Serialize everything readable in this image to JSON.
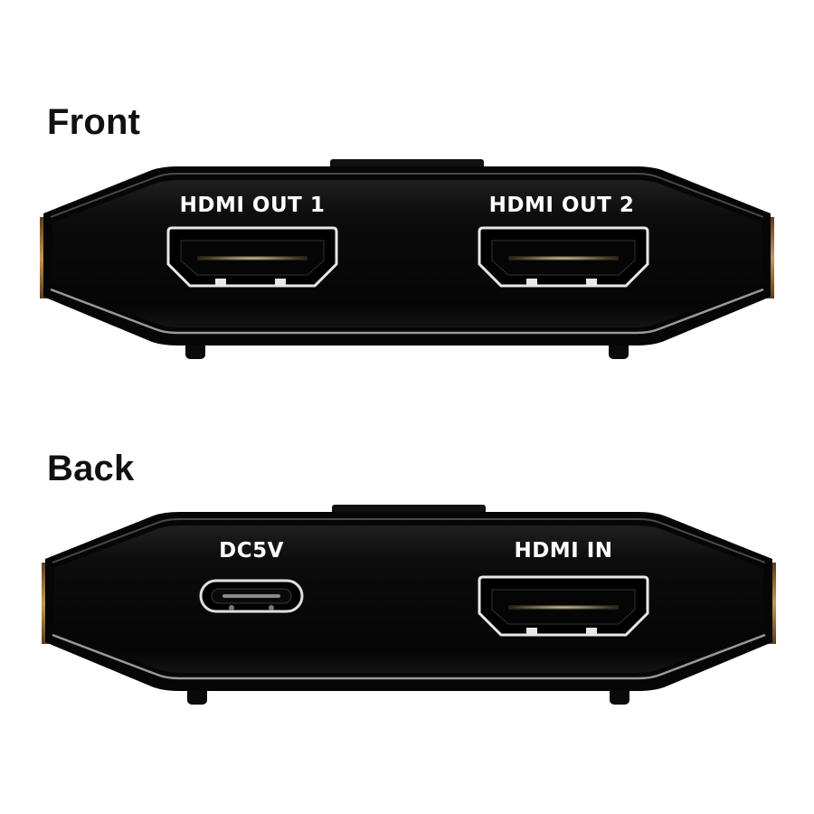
{
  "front": {
    "label": "Front",
    "ports": [
      {
        "label": "HDMI OUT 1",
        "icon": "hdmi-port-icon"
      },
      {
        "label": "HDMI OUT 2",
        "icon": "hdmi-port-icon"
      }
    ]
  },
  "back": {
    "label": "Back",
    "ports": [
      {
        "label": "DC5V",
        "icon": "usb-c-port-icon"
      },
      {
        "label": "HDMI IN",
        "icon": "hdmi-port-icon"
      }
    ]
  },
  "colors": {
    "background": "#ffffff",
    "body": "#0a0a0a",
    "label_text": "#ffffff",
    "accent_gold": "#b8894a"
  }
}
